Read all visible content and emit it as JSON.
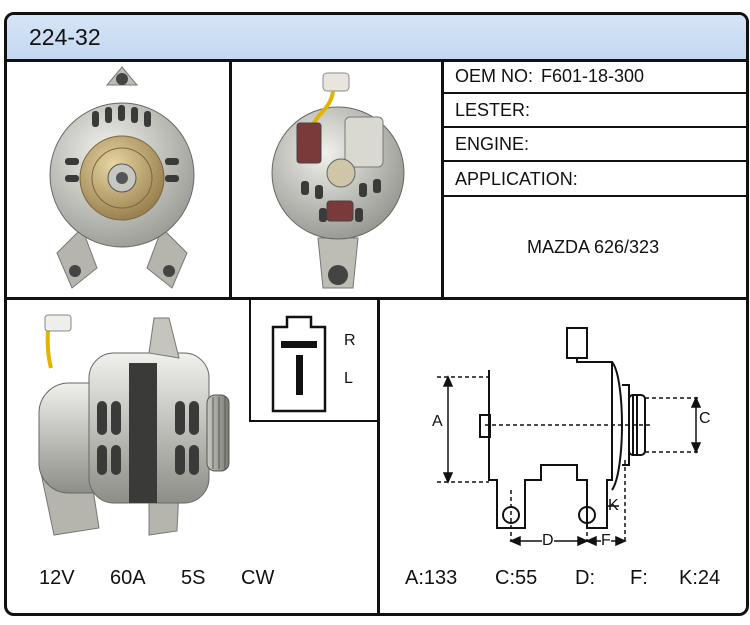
{
  "header": {
    "part_number": "224-32"
  },
  "info": {
    "oem_label": "OEM NO:",
    "oem_value": "F601-18-300",
    "lester_label": "LESTER:",
    "engine_label": "ENGINE:",
    "application_label": "APPLICATION:",
    "application_value": "MAZDA 626/323"
  },
  "connector": {
    "pin_r": "R",
    "pin_l": "L"
  },
  "electrical": {
    "voltage": "12V",
    "amperage": "60A",
    "pulley": "5S",
    "rotation": "CW"
  },
  "dimension_labels": {
    "a": "A",
    "c": "C",
    "d": "D",
    "f": "F",
    "k": "K"
  },
  "dimensions": {
    "a": "A:133",
    "c": "C:55",
    "d": "D:",
    "f": "F:",
    "k": "K:24"
  }
}
